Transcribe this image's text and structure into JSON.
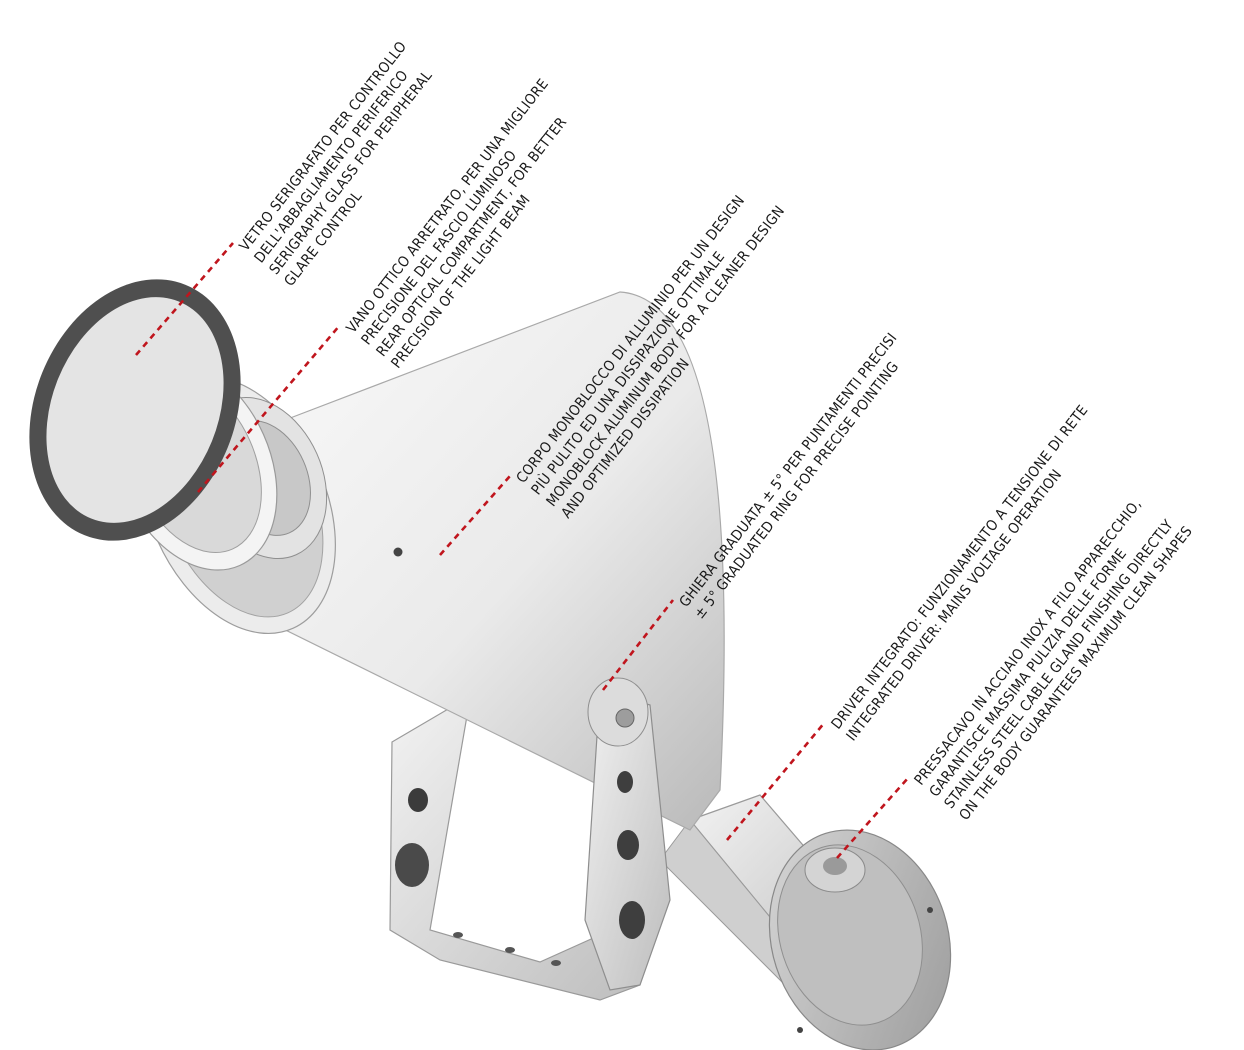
{
  "callouts": [
    {
      "id": "glass",
      "lines": [
        "VETRO SERIGRAFATO PER CONTROLLO",
        "DELL'ABBAGLIAMENTO PERIFERICO",
        "SERIGRAPHY GLASS FOR PERIPHERAL",
        "GLARE CONTROL"
      ]
    },
    {
      "id": "optical",
      "lines": [
        "VANO OTTICO ARRETRATO, PER UNA MIGLIORE",
        "PRECISIONE DEL FASCIO LUMINOSO",
        "REAR OPTICAL COMPARTMENT, FOR BETTER",
        "PRECISION OF THE LIGHT BEAM"
      ]
    },
    {
      "id": "body",
      "lines": [
        "CORPO MONOBLOCCO DI ALLUMINIO PER UN DESIGN",
        "PIÙ PULITO ED UNA DISSIPAZIONE OTTIMALE",
        "MONOBLOCK ALUMINUM BODY FOR A CLEANER DESIGN",
        "AND OPTIMIZED DISSIPATION"
      ]
    },
    {
      "id": "ring",
      "lines": [
        "GHIERA GRADUATA ± 5° PER PUNTAMENTI PRECISI",
        "± 5° GRADUATED RING FOR PRECISE POINTING"
      ]
    },
    {
      "id": "driver",
      "lines": [
        "DRIVER INTEGRATO: FUNZIONAMENTO A TENSIONE DI RETE",
        "INTEGRATED DRIVER: MAINS VOLTAGE OPERATION"
      ]
    },
    {
      "id": "gland",
      "lines": [
        "PRESSACAVO IN ACCIAIO INOX A FILO APPARECCHIO,",
        "GARANTISCE MASSIMA PULIZIA DELLE FORME",
        "STAINLESS STEEL CABLE GLAND FINISHING DIRECTLY",
        "ON THE BODY GUARANTEES MAXIMUM CLEAN SHAPES"
      ]
    }
  ],
  "colors": {
    "leader": "#c0151d",
    "text": "#1a1a1a",
    "body": "#e8e8e8",
    "glass_ring": "#505050"
  }
}
